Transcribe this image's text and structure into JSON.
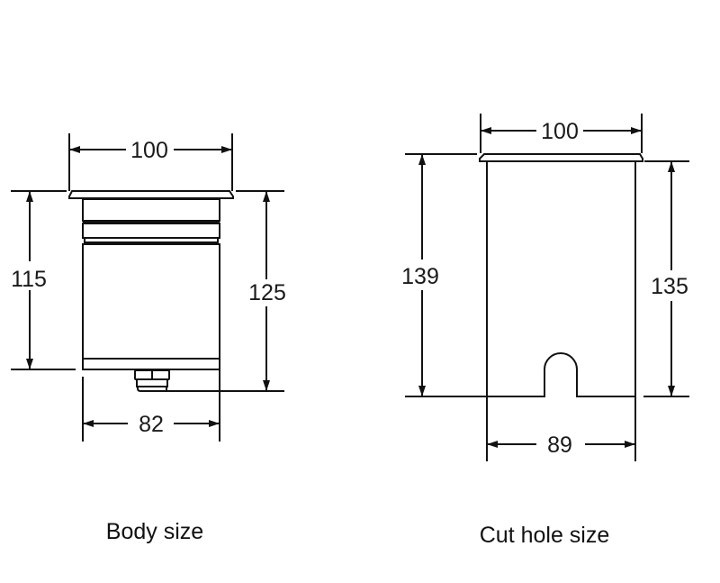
{
  "body_view": {
    "caption": "Body size",
    "dimensions": {
      "top_width": "100",
      "left_height": "115",
      "right_height": "125",
      "bottom_width": "82"
    }
  },
  "cut_hole_view": {
    "caption": "Cut hole size",
    "dimensions": {
      "top_width": "100",
      "left_height": "139",
      "right_height": "135",
      "bottom_width": "89"
    }
  },
  "colors": {
    "line": "#111111",
    "background": "#ffffff"
  }
}
